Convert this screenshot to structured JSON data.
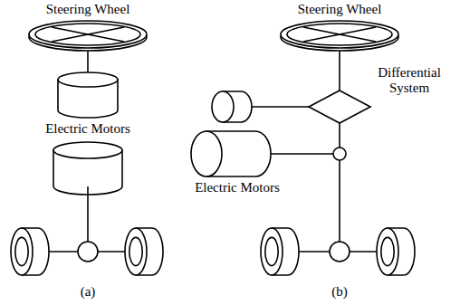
{
  "diagram": {
    "labels": [
      "Steering Wheel",
      "Steering Wheel",
      "Electric Motors",
      "Differential System",
      "Electric Motors",
      "(a)",
      "(b)"
    ]
  }
}
